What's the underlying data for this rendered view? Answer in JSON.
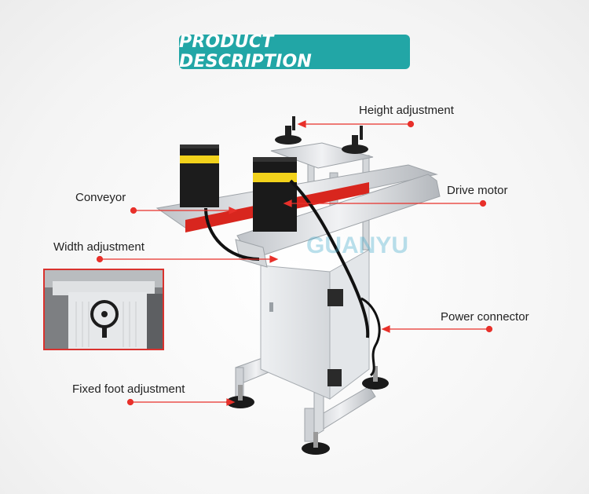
{
  "header": {
    "title": "PRODUCT DESCRIPTION"
  },
  "labels": {
    "height_adjustment": "Height adjustment",
    "conveyor": "Conveyor",
    "drive_motor": "Drive motor",
    "width_adjustment": "Width adjustment",
    "power_connector": "Power connector",
    "fixed_foot_adjustment": "Fixed foot adjustment"
  },
  "colors": {
    "banner": "#22a6a6",
    "pointer": "#e8302a",
    "accent_yellow": "#f2d21b",
    "belt_red": "#d8261e"
  },
  "watermark": "GUANYU"
}
